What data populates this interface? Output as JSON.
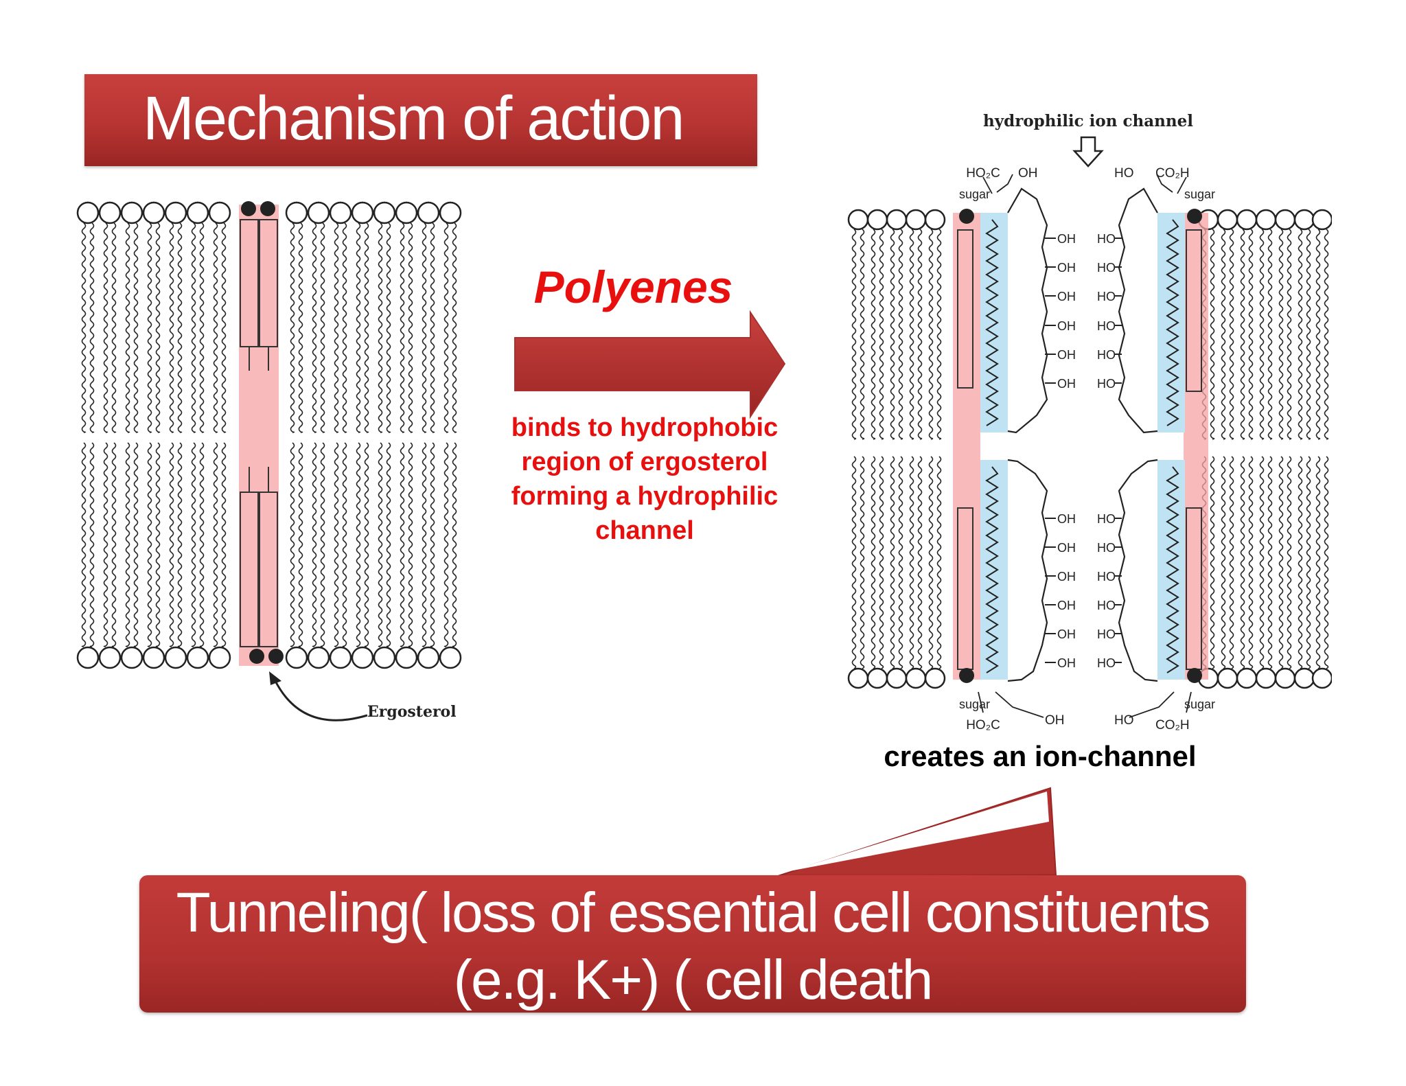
{
  "slide": {
    "title": "Mechanism of action",
    "arrow_label": "Polyenes",
    "arrow_description": [
      "binds to hydrophobic",
      "region of ergosterol",
      "forming a hydrophilic",
      "channel"
    ],
    "result_caption": "creates an ion-channel",
    "conclusion": [
      "Tunneling( loss of essential cell constituents",
      "(e.g. K+) (    cell death"
    ]
  },
  "left_diagram": {
    "ergosterol_label": "Ergosterol"
  },
  "right_diagram": {
    "channel_label": "hydrophilic ion channel",
    "top_labels": {
      "ho2c": "HO₂C",
      "oh": "OH",
      "ho": "HO",
      "co2h": "CO₂H",
      "sugar_left": "sugar",
      "sugar_right": "sugar"
    },
    "bottom_labels": {
      "ho2c": "HO₂C",
      "oh": "OH",
      "ho": "HO",
      "co2h": "CO₂H",
      "sugar_left": "sugar",
      "sugar_right": "sugar"
    },
    "inner_left": "OH",
    "inner_right": "HO"
  },
  "colors": {
    "banner": "#b73432",
    "accent_red": "#e8100f",
    "ergosterol_fill": "#f5a3a3",
    "channel_blue": "#bfe3f2"
  }
}
